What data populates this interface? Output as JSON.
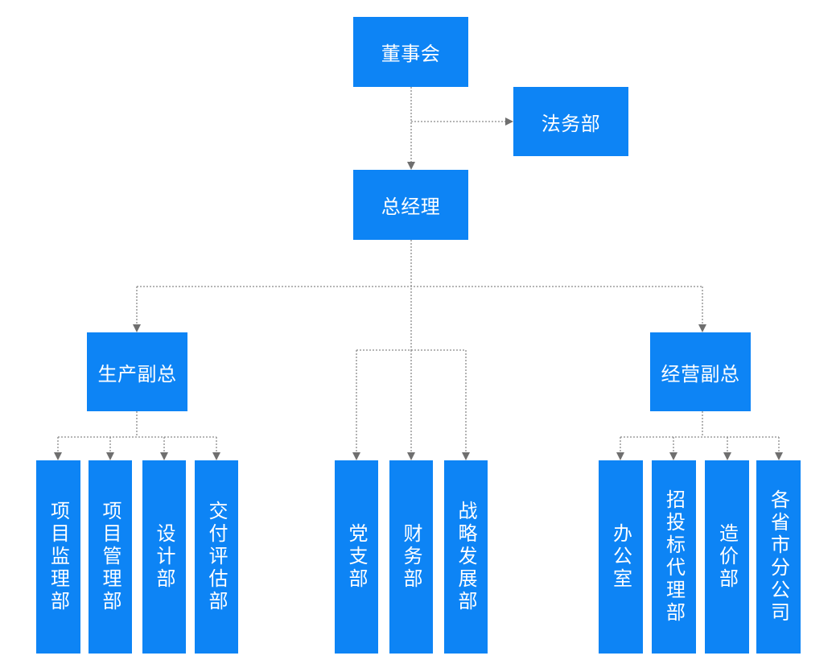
{
  "colors": {
    "box_fill": "#0d84f5",
    "box_text": "#ffffff",
    "connector": "#8a8a8a"
  },
  "nodes": {
    "board": "董事会",
    "legal": "法务部",
    "general_manager": "总经理",
    "production_vp": "生产副总",
    "business_vp": "经营副总",
    "project_supervision": "项目监理部",
    "project_management": "项目管理部",
    "design": "设计部",
    "delivery_evaluation": "交付评估部",
    "party_branch": "党支部",
    "finance": "财务部",
    "strategic_development": "战略发展部",
    "office": "办公室",
    "bidding_agency": "招投标代理部",
    "cost": "造价部",
    "provincial_branches": "各省市分公司"
  }
}
